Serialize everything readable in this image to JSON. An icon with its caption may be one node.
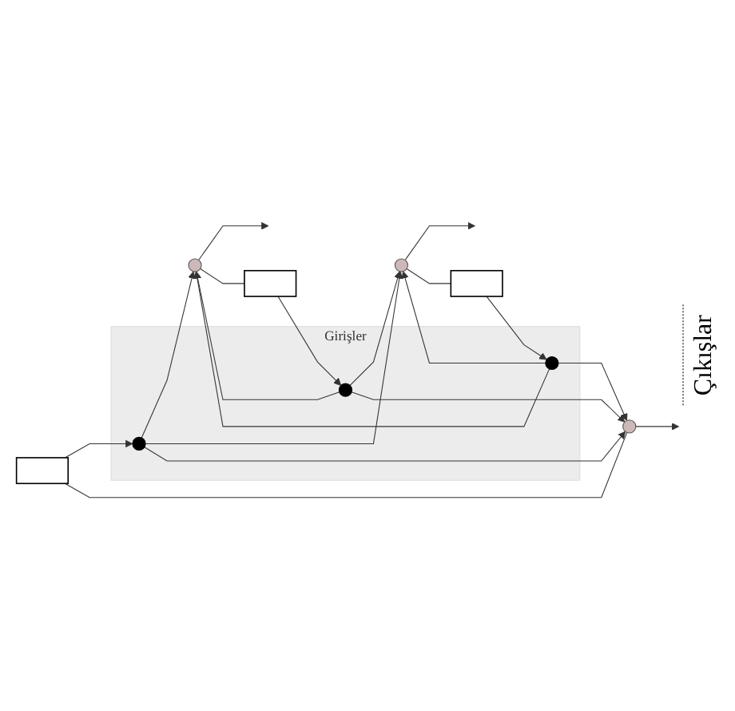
{
  "diagram": {
    "nodes": [
      {
        "text": [],
        "shape": "box"
      },
      {
        "text": [],
        "shape": "box"
      },
      {
        "text": [],
        "shape": "box"
      },
      {
        "text": [
          "Girişler"
        ]
      },
      {
        "text": [],
        "shape": "circle",
        "in": 3
      },
      {
        "text": [],
        "shape": "circle",
        "in": 3
      },
      {
        "text": [],
        "shape": "circle",
        "in": 3
      },
      {
        "text": [],
        "shape": "circle"
      },
      {
        "text": [],
        "shape": "circle"
      },
      {
        "text": [],
        "shape": "circle"
      }
    ],
    "edges": [
      {
        "from": 4,
        "to": 7,
        "arrow": "to"
      },
      {
        "from": 4,
        "to": 8,
        "arrow": "to"
      },
      {
        "from": 4,
        "to": 9,
        "arrow": "to"
      },
      {
        "from": 5,
        "to": 7,
        "arrow": "to"
      },
      {
        "from": 5,
        "to": 8,
        "arrow": "to"
      },
      {
        "from": 5,
        "to": 9,
        "arrow": "to"
      },
      {
        "from": 6,
        "to": 7,
        "arrow": "to"
      },
      {
        "from": 6,
        "to": 8,
        "arrow": "to"
      },
      {
        "from": 6,
        "to": 9,
        "arrow": "to"
      },
      {
        "from": 7,
        "to": null,
        "arrow": "to"
      },
      {
        "from": 8,
        "to": null,
        "arrow": "to"
      },
      {
        "from": 9,
        "to": null,
        "arrow": "to"
      },
      {
        "from": 7,
        "to": 2,
        "arrow": "none"
      },
      {
        "from": 2,
        "to": 4,
        "arrow": "to"
      },
      {
        "from": 8,
        "to": 1,
        "arrow": "none"
      },
      {
        "from": 1,
        "to": 5,
        "arrow": "to"
      },
      {
        "from": 9,
        "to": 0,
        "arrow": "none"
      },
      {
        "from": 0,
        "to": 6,
        "arrow": "to"
      }
    ],
    "labels": [
      "Çıkışlar"
    ]
  }
}
